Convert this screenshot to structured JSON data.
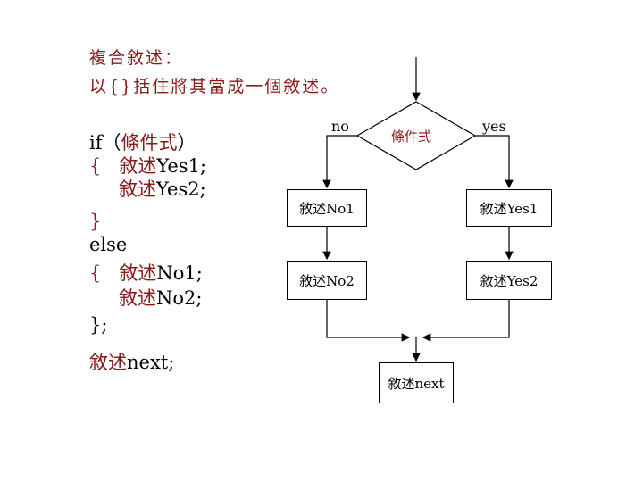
{
  "heading": {
    "line1": "複合敘述：",
    "line2_brace": "以{}",
    "line2_rest": "括住將其當成一個敘述。"
  },
  "code": {
    "if_kw": "if（",
    "cond": "條件式",
    "if_close": "）",
    "open1": "{",
    "stmt_yes1_zh": "敘述",
    "stmt_yes1": "Yes1;",
    "stmt_yes2_zh": "敘述",
    "stmt_yes2": "Yes2;",
    "close1": "}",
    "else_kw": "else",
    "open2": "{",
    "stmt_no1_zh": "敘述",
    "stmt_no1": "No1;",
    "stmt_no2_zh": "敘述",
    "stmt_no2": "No2;",
    "close2": "};",
    "next_zh": "敘述",
    "next": "next;"
  },
  "flowchart": {
    "decision": "條件式",
    "no_label": "no",
    "yes_label": "yes",
    "box_no1": "敘述No1",
    "box_no2": "敘述No2",
    "box_yes1": "敘述Yes1",
    "box_yes2": "敘述Yes2",
    "box_next": "敘述next"
  },
  "colors": {
    "text_dark_red": "#8a1a1a",
    "line": "#000000"
  }
}
